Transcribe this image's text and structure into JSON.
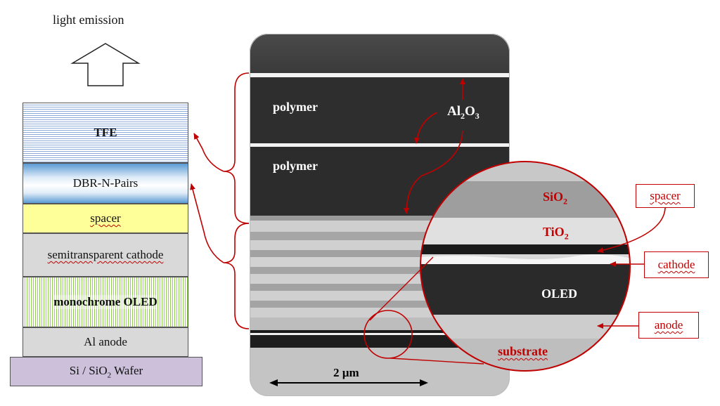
{
  "title": "light emission",
  "stack_layers": [
    {
      "label": "TFE"
    },
    {
      "label": "DBR-N-Pairs"
    },
    {
      "label": "spacer"
    },
    {
      "label": "semitransparent cathode"
    },
    {
      "label": "monochrome OLED"
    },
    {
      "label": "Al anode"
    },
    {
      "label": "Si / SiO",
      "sub": "2",
      "after": " Wafer"
    }
  ],
  "micrograph": {
    "polymer_top": "polymer",
    "polymer_bottom": "polymer",
    "al2o3": {
      "a": "Al",
      "s1": "2",
      "b": "O",
      "s2": "3"
    },
    "scale": "2 µm"
  },
  "zoom": {
    "sio2": {
      "a": "SiO",
      "s": "2"
    },
    "tio2": {
      "a": "TiO",
      "s": "2"
    },
    "oled": "OLED",
    "substrate": "substrate"
  },
  "callouts": {
    "spacer": "spacer",
    "cathode": "cathode",
    "anode": "anode"
  },
  "colors": {
    "accent_red": "#c00000",
    "spacer_fill": "#ffff99",
    "oled_stripe": "#92d050",
    "wafer_fill": "#ccc0da",
    "gray_fill": "#d9d9d9",
    "dbr_blue": "#5b9bd5"
  }
}
